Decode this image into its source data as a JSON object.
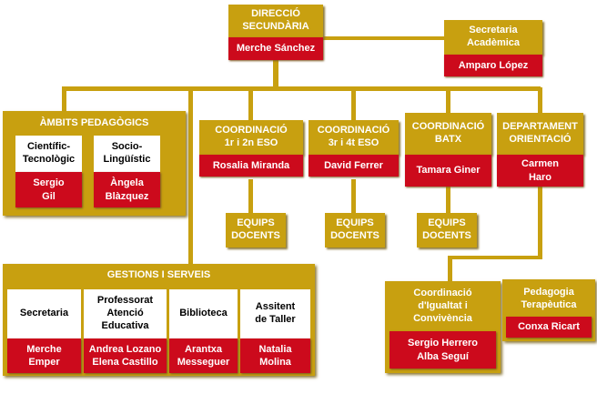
{
  "direccio": {
    "title": "DIRECCIÓ SECUNDÀRIA",
    "name": "Merche Sánchez"
  },
  "secretaria_academica": {
    "title": "Secretaria Acadèmica",
    "name": "Amparo López"
  },
  "ambits": {
    "title": "ÀMBITS PEDAGÒGICS",
    "items": [
      {
        "label": "Científic-Tecnològic",
        "name": "Sergio Gil"
      },
      {
        "label": "Socio-Lingüístic",
        "name": "Àngela Blàzquez"
      }
    ]
  },
  "coordinacio_1_2": {
    "title": "COORDINACIÓ 1r i 2n ESO",
    "name": "Rosalia Miranda"
  },
  "coordinacio_3_4": {
    "title": "COORDINACIÓ 3r i 4t ESO",
    "name": "David Ferrer"
  },
  "coordinacio_batx": {
    "title": "COORDINACIÓ BATX",
    "name": "Tamara Giner"
  },
  "departament_orientacio": {
    "title": "DEPARTAMENT ORIENTACIÓ",
    "name": "Carmen Haro"
  },
  "equips_docents": "EQUIPS DOCENTS",
  "gestions": {
    "title": "GESTIONS  I SERVEIS",
    "items": [
      {
        "label": "Secretaria",
        "name": "Merche Emper"
      },
      {
        "label": "Professorat Atenció Educativa",
        "name": "Andrea Lozano Elena Castillo"
      },
      {
        "label": "Biblioteca",
        "name": "Arantxa Messeguer"
      },
      {
        "label": "Assitent de Taller",
        "name": "Natalia Molina"
      }
    ]
  },
  "coordinacio_igualtat": {
    "title": "Coordinació d'Igualtat i Convivència",
    "name": "Sergio Herrero Alba Seguí"
  },
  "pedagogia": {
    "title": "Pedagogia Terapèutica",
    "name": "Conxa Ricart"
  },
  "colors": {
    "gold": "#c8a010",
    "red": "#cc0a1c"
  }
}
